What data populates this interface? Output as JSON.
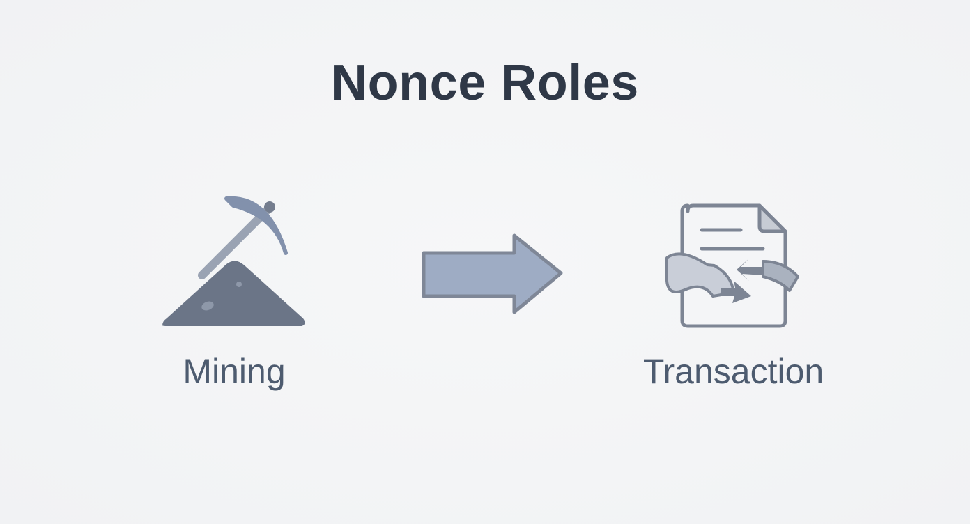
{
  "title": "Nonce Roles",
  "steps": [
    {
      "label": "Mining",
      "icon": "pickaxe-mound-icon"
    },
    {
      "label": "Transaction",
      "icon": "transaction-document-icon"
    }
  ],
  "connector": {
    "icon": "right-arrow-icon"
  },
  "colors": {
    "background": "#f3f4f6",
    "title": "#2f3847",
    "label": "#4d5b6f",
    "icon_dark": "#6b7587",
    "icon_light": "#9eacc4",
    "icon_outline": "#7d8594"
  }
}
